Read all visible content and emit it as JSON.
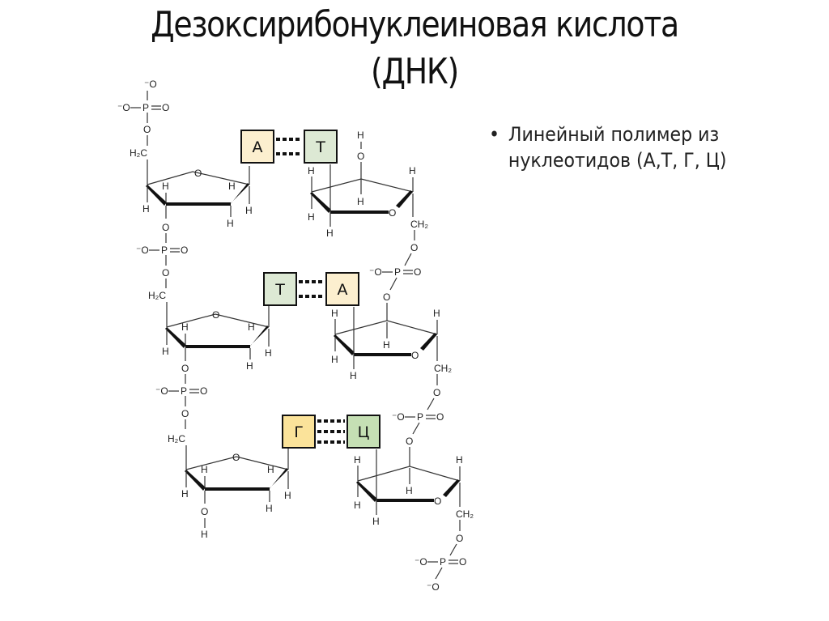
{
  "slide": {
    "title_line1": "Дезоксирибонуклеиновая кислота",
    "title_line2": "(ДНК)",
    "bullets": [
      {
        "line1": "Линейный полимер из",
        "line2": "нуклеотидов (А,Т, Г, Ц)"
      }
    ],
    "bullet_glyph": "•"
  },
  "diagram": {
    "atoms": {
      "H": "H",
      "O": "O",
      "P": "P",
      "H2C": "H₂C",
      "CH2": "CH₂",
      "O_minus": "⁻O"
    },
    "base_pairs": [
      {
        "left": "А",
        "right": "Т",
        "left_color": "#fcefcf",
        "right_color": "#dde9d4",
        "hydrogen_bonds": 2
      },
      {
        "left": "Т",
        "right": "А",
        "left_color": "#dde9d4",
        "right_color": "#fcefcf",
        "hydrogen_bonds": 2
      },
      {
        "left": "Г",
        "right": "Ц",
        "left_color": "#fbe39a",
        "right_color": "#c5dfb4",
        "hydrogen_bonds": 3
      }
    ]
  }
}
